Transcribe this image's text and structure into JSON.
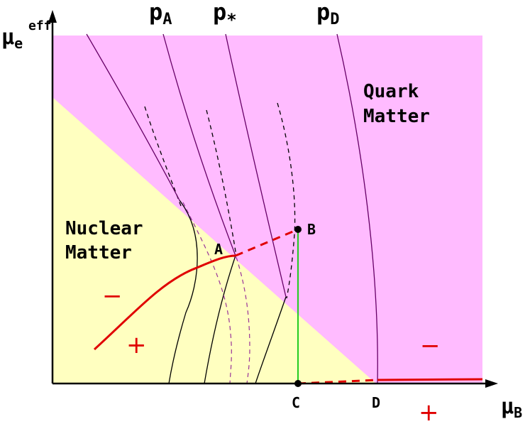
{
  "axes": {
    "y_label": "μ",
    "y_sub": "e",
    "y_sup": "eff",
    "x_label": "μ",
    "x_sub": "B"
  },
  "curve_labels": {
    "pA": {
      "base": "p",
      "sub": "A"
    },
    "pstar": {
      "base": "p",
      "sub": "*"
    },
    "pD": {
      "base": "p",
      "sub": "D"
    }
  },
  "regions": {
    "quark": [
      "Quark",
      "Matter"
    ],
    "nuclear": [
      "Nuclear",
      "Matter"
    ]
  },
  "points": {
    "A": "A",
    "B": "B",
    "C": "C",
    "D": "D"
  },
  "signs": {
    "nm_minus": "−",
    "nm_plus": "+",
    "qm_minus": "−",
    "axis_plus": "+"
  },
  "colors": {
    "quark_region": "#ffbbff",
    "nuclear_region": "#ffffc0",
    "isobar": "#660066",
    "isobar_dashed": "#993399",
    "red_path": "#e00000",
    "green_line": "#22cc22"
  }
}
